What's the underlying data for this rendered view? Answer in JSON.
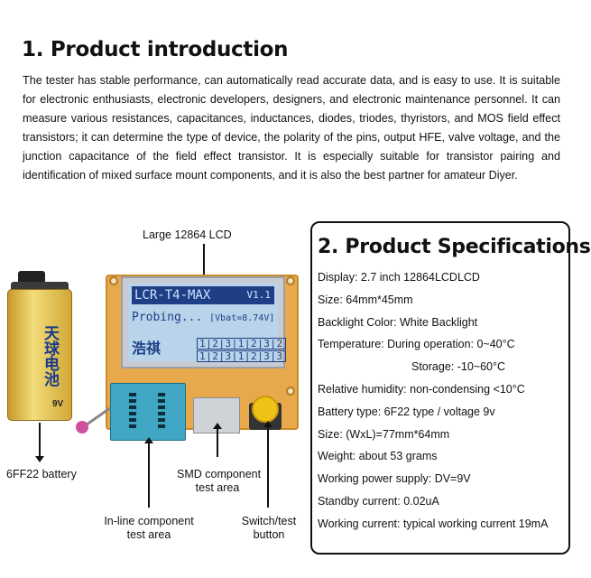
{
  "intro": {
    "heading": "1. Product introduction",
    "paragraph": "The tester has stable performance, can automatically read accurate data, and is easy to use. It is suitable for electronic enthusiasts, electronic developers, designers, and electronic maintenance personnel. It can measure various resistances, capacitances, inductances, diodes, triodes, thyristors, and MOS field effect transistors; it can determine the type of device, the polarity of the pins, output HFE, valve voltage, and the junction capacitance of the field effect transistor. It is especially suitable for transistor pairing and identification of mixed surface mount components, and it is also the best partner for amateur Diyer."
  },
  "figure": {
    "labels": {
      "lcd": "Large 12864 LCD",
      "battery": "6FF22 battery",
      "smd_line1": "SMD component",
      "smd_line2": "test area",
      "inline_line1": "In-line component",
      "inline_line2": "test area",
      "switch_line1": "Switch/test",
      "switch_line2": "button"
    },
    "lcd_screen": {
      "title": "LCR-T4-MAX",
      "version": "V1.1",
      "probing": "Probing...",
      "vbat": "[Vbat=8.74V]",
      "brand": "浩祺",
      "digits_row1": "1|2|3|1|2|3|2",
      "digits_row2": "1|2|3|1|2|3|3"
    },
    "battery_text": "天球电池",
    "battery_voltage": "9V"
  },
  "specs": {
    "heading": "2. Product Specifications",
    "rows": [
      "Display: 2.7 inch 12864LCDLCD",
      "Size: 64mm*45mm",
      "Backlight Color: White Backlight",
      "Temperature: During operation: 0~40°C",
      "Storage: -10~60°C",
      "Relative humidity: non-condensing <10°C",
      "Battery type: 6F22 type / voltage 9v",
      "Size: (WxL)=77mm*64mm",
      "Weight: about 53 grams",
      "Working power supply: DV=9V",
      "Standby current: 0.02uA",
      "Working current: typical working current 19mA"
    ]
  }
}
